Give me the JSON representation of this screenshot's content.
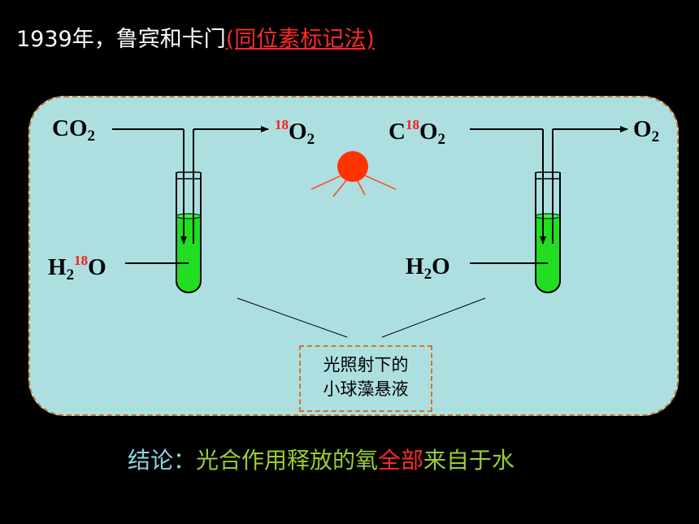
{
  "title": {
    "year_prefix": "1939年，鲁宾和卡门",
    "method": "(同位素标记法)"
  },
  "experiment_left": {
    "gas_in": {
      "base": "CO",
      "sub": "2"
    },
    "gas_out": {
      "sup": "18",
      "base": "O",
      "sub": "2"
    },
    "water": {
      "base": "H",
      "sub": "2",
      "sup": "18",
      "tail": "O"
    }
  },
  "experiment_right": {
    "gas_in": {
      "pre": "C",
      "sup": "18",
      "base": "O",
      "sub": "2"
    },
    "gas_out": {
      "base": "O",
      "sub": "2"
    },
    "water": {
      "base": "H",
      "sub": "2",
      "tail": "O"
    }
  },
  "note": {
    "line1": "光照射下的",
    "line2": "小球藻悬液"
  },
  "conclusion": {
    "head": "结论：",
    "part1": "光合作用释放的氧",
    "highlight": "全部",
    "part2": "来自于水"
  },
  "colors": {
    "background": "#000000",
    "panel": "#aedfe0",
    "liquid": "#22dd22",
    "sun": "#ff3300",
    "accent_red": "#ff2a2a",
    "conclusion_head": "#8fd4e0",
    "conclusion_text": "#9acd32"
  },
  "icons": [
    "sun-icon",
    "test-tube-icon",
    "arrow-icon"
  ]
}
